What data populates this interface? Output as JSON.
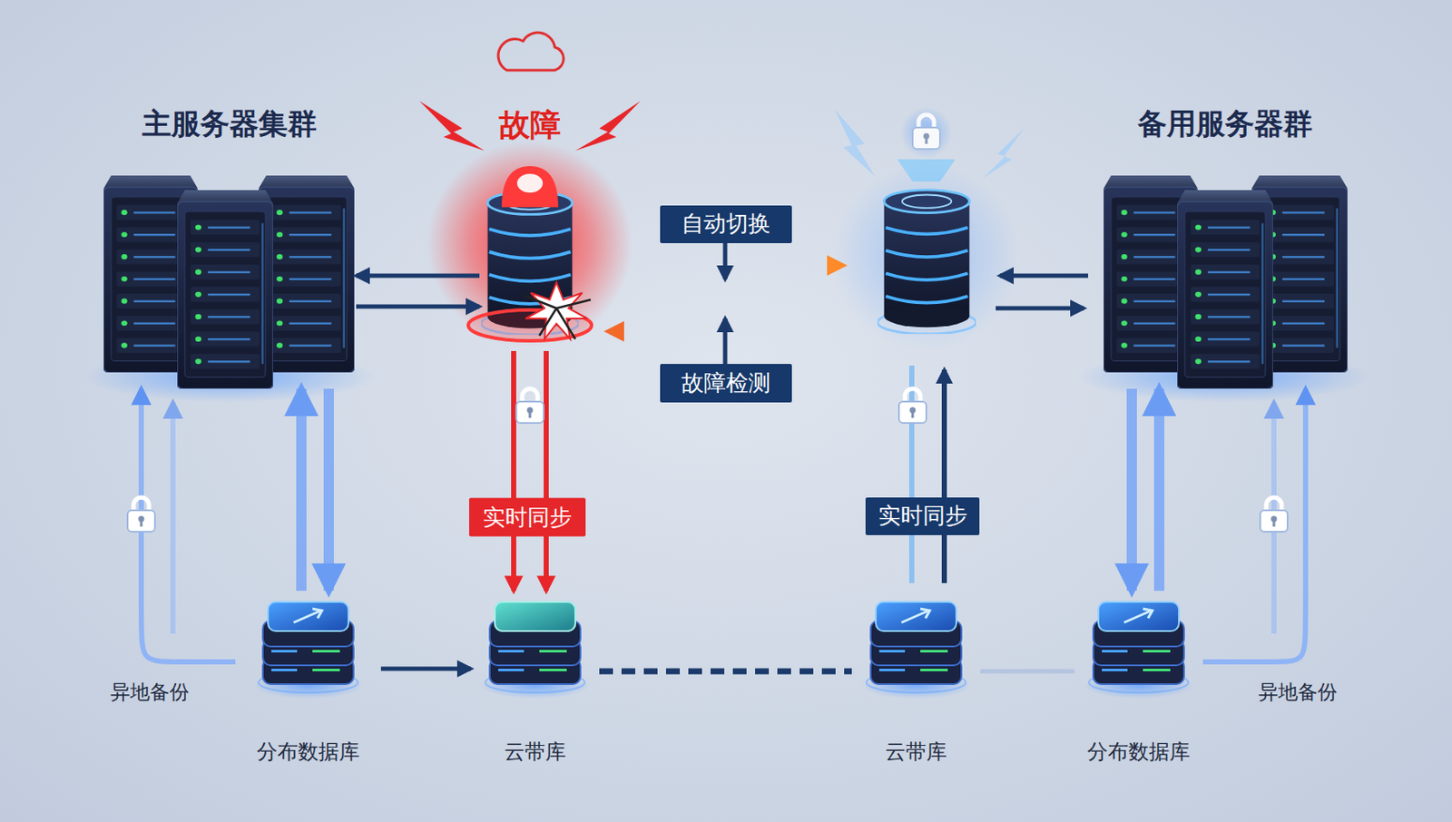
{
  "diagram": {
    "nodes": [
      {
        "text": [
          "主服务器集群"
        ]
      },
      {
        "text": [
          "故障"
        ]
      },
      {
        "text": [
          "备用服务器群"
        ]
      },
      {
        "text": [
          "分布数据库"
        ]
      },
      {
        "text": [
          "云带库"
        ]
      },
      {
        "text": [
          "云带库"
        ]
      },
      {
        "text": [
          "分布数据库"
        ]
      }
    ],
    "edges": [
      {
        "from": 0,
        "to": 1,
        "arrow": "both"
      },
      {
        "from": 1,
        "to": 4,
        "label": "实时同步",
        "arrow": "to"
      },
      {
        "from": 3,
        "to": 0,
        "label": "异地备份",
        "arrow": "to"
      },
      {
        "from": 0,
        "to": 3,
        "arrow": "both"
      },
      {
        "from": 3,
        "to": 4,
        "arrow": "to"
      },
      {
        "from": 4,
        "to": 5,
        "arrow": "none"
      },
      {
        "from": 5,
        "to": 6,
        "arrow": "none"
      },
      {
        "from": 6,
        "to": 2,
        "arrow": "both"
      },
      {
        "from": 6,
        "to": 2,
        "label": "异地备份",
        "arrow": "to"
      }
    ],
    "labels": [
      "自动切换",
      "故障检测",
      "实时同步"
    ]
  }
}
